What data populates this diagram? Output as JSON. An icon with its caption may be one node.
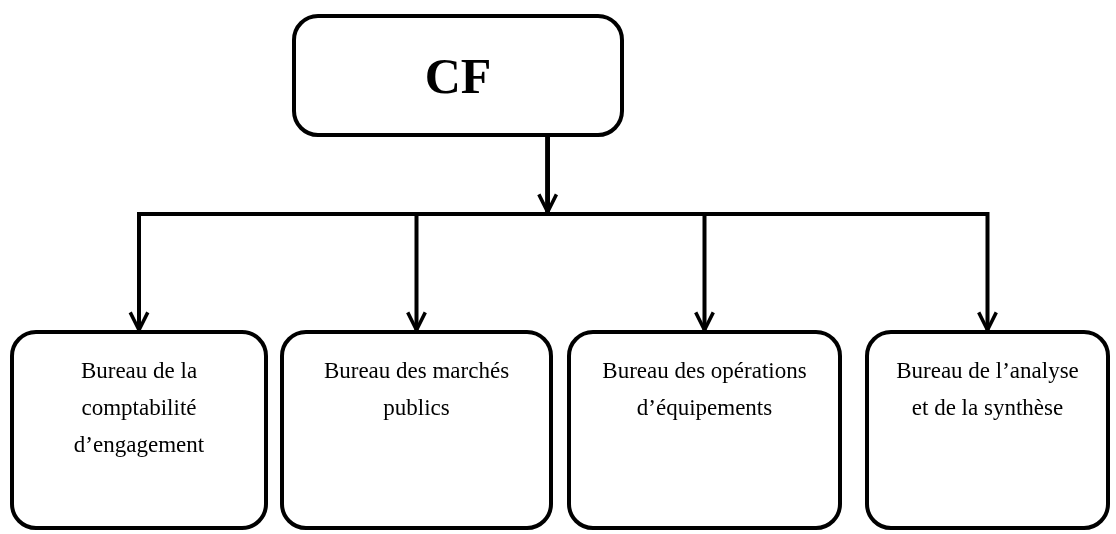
{
  "diagram": {
    "nodes": [
      {
        "text": [
          "CF"
        ]
      },
      {
        "text": [
          "Bureau de la comptabilité d’engagement"
        ]
      },
      {
        "text": [
          "Bureau des marchés publics"
        ]
      },
      {
        "text": [
          "Bureau des opérations d’équipements"
        ]
      },
      {
        "text": [
          "Bureau de l’analyse et de la synthèse"
        ]
      }
    ],
    "edges": [
      {
        "from": 0,
        "to": 1,
        "arrow": "to"
      },
      {
        "from": 0,
        "to": 2,
        "arrow": "to"
      },
      {
        "from": 0,
        "to": 3,
        "arrow": "to"
      },
      {
        "from": 0,
        "to": 4,
        "arrow": "to"
      }
    ]
  }
}
